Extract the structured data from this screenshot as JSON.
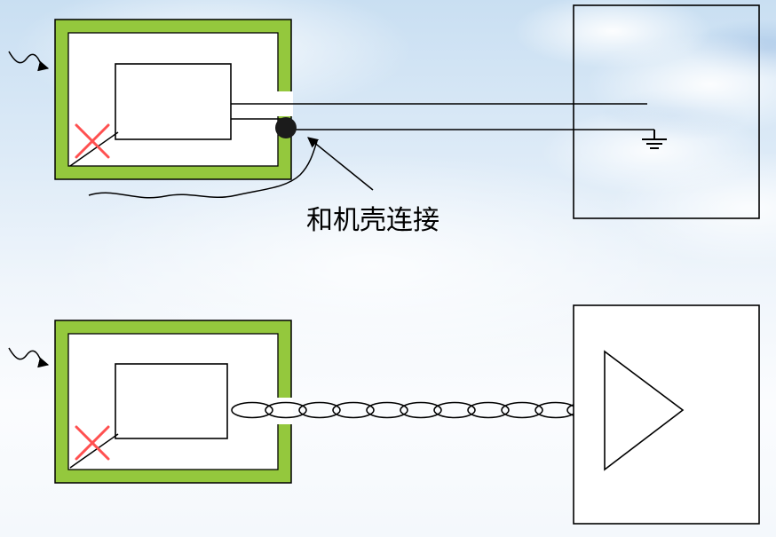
{
  "annotation": {
    "chassis_connection_label": "和机壳连接"
  },
  "colors": {
    "shield_green": "#94C83D",
    "cross_red": "#FF5050",
    "stroke_black": "#000000",
    "sky_blue": "#C9DFF2"
  },
  "icons": {
    "interference_arrow": "wavy-arrow-right",
    "chassis_bond_dot": "filled-circle",
    "ground_symbol": "earth-ground",
    "amplifier": "right-pointing-triangle",
    "forbidden_bond": "red-cross",
    "twisted_pair": "ellipse-chain"
  }
}
